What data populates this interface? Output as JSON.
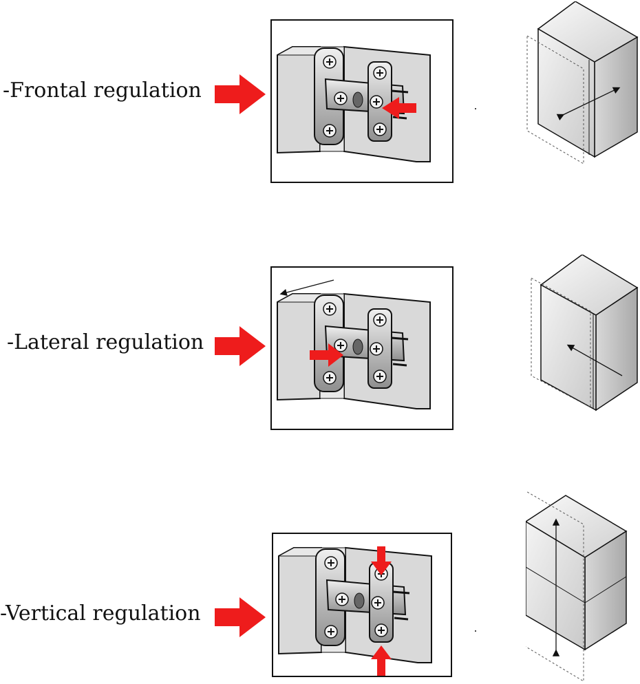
{
  "rows": [
    {
      "id": "frontal",
      "label": "-Frontal regulation"
    },
    {
      "id": "lateral",
      "label": "-Lateral regulation"
    },
    {
      "id": "vertical",
      "label": "-Vertical regulation"
    }
  ],
  "colors": {
    "accent_red": "#ee1c1c",
    "line": "#111111",
    "panel_gray": "#d9d9d9",
    "cabinet_light": "#ebebeb",
    "cabinet_dark": "#bcbcbc"
  },
  "icons": {
    "pointer": "red-arrow-icon",
    "hinge": "hinge-illustration",
    "cabinet": "cabinet-illustration"
  }
}
